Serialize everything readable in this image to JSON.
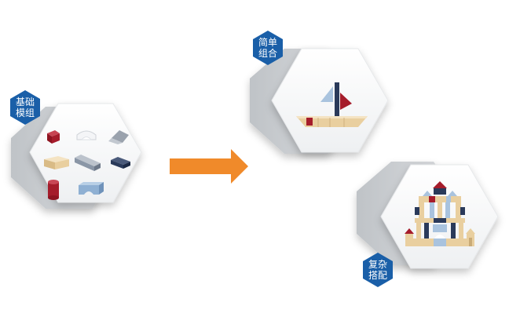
{
  "labels": {
    "basic": [
      "基础",
      "模组"
    ],
    "simple": [
      "简单",
      "组合"
    ],
    "complex": [
      "复杂",
      "搭配"
    ]
  },
  "colors": {
    "badge": "#1a5fa8",
    "arrow": "#f08a2a",
    "wood": "#e9cf9f",
    "red": "#a51c2b",
    "navy": "#2a3a5a",
    "grey": "#8a96a6",
    "light_blue": "#a9c3de"
  },
  "icons": [
    "hexagon-card",
    "orange-right-arrow",
    "wooden-blocks",
    "block-sailboat",
    "block-castle"
  ]
}
